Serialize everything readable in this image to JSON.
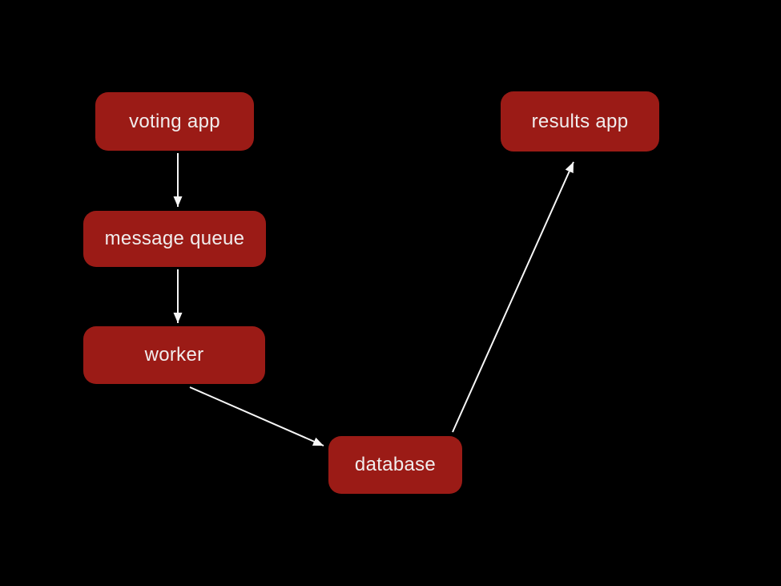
{
  "diagram": {
    "nodes": [
      {
        "id": "voting-app",
        "label": "voting app"
      },
      {
        "id": "message-queue",
        "label": "message queue"
      },
      {
        "id": "worker",
        "label": "worker"
      },
      {
        "id": "database",
        "label": "database"
      },
      {
        "id": "results-app",
        "label": "results app"
      }
    ],
    "edges": [
      {
        "from": "voting app",
        "to": "message queue"
      },
      {
        "from": "message queue",
        "to": "worker"
      },
      {
        "from": "worker",
        "to": "database"
      },
      {
        "from": "database",
        "to": "results app"
      }
    ],
    "colors": {
      "background": "#000000",
      "node_fill": "#9b1b16",
      "node_text": "#f1eded",
      "arrow": "#f7f7f7"
    }
  }
}
